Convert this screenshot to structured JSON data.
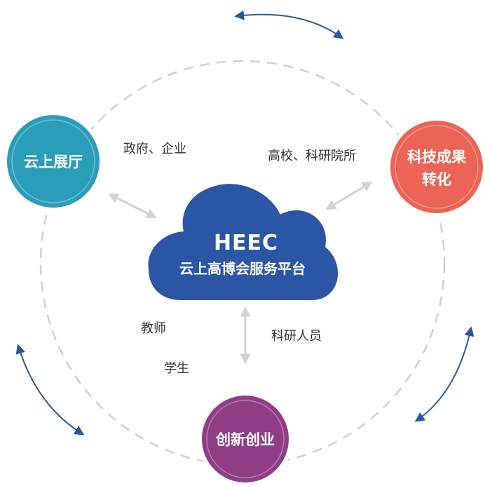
{
  "center": {
    "logo": "HEEC",
    "title": "云上高博会服务平台",
    "color": "#2b56a5"
  },
  "nodes": {
    "exhibition_hall": {
      "label": "云上展厅",
      "color": "#2a9db8"
    },
    "tech_transfer": {
      "label_line1": "科技成果",
      "label_line2": "转化",
      "color": "#ec6455"
    },
    "innovation": {
      "label": "创新创业",
      "color": "#8f3d85"
    }
  },
  "labels": {
    "gov_enterprise": "政府、企业",
    "universities": "高校、科研院所",
    "teachers": "教师",
    "students": "学生",
    "researchers": "科研人员"
  },
  "colors": {
    "ring": "#d0d0d0",
    "link_arrow": "#d3d3d3",
    "cycle_arrow": "#2b56a5"
  }
}
